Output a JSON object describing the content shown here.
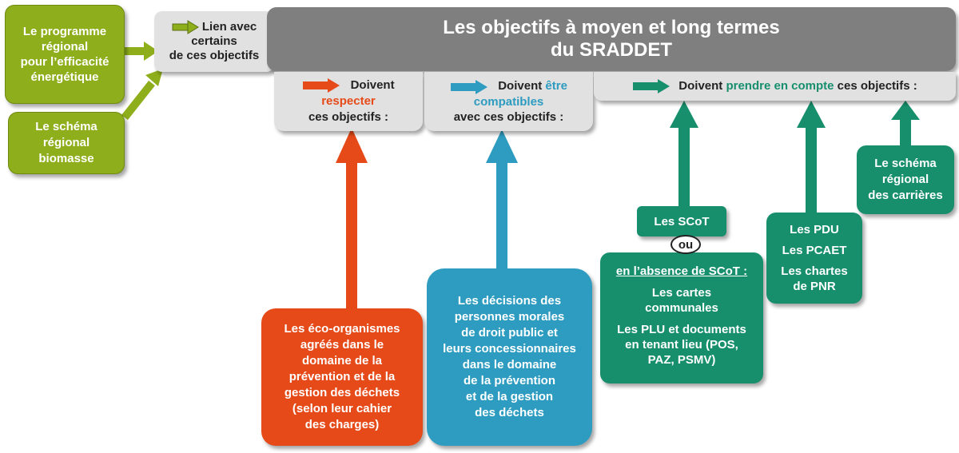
{
  "colors": {
    "green_light": "#8fae1b",
    "grey_head": "#7f7f7f",
    "grey_light": "#e1e1e1",
    "orange": "#e64a19",
    "blue": "#2e9cc0",
    "teal": "#178f6c"
  },
  "title": {
    "line1": "Les objectifs à moyen et long termes",
    "line2": "du SRADDET"
  },
  "link_box": {
    "line1": "Lien avec",
    "line2": "certains",
    "line3": "de ces objectifs"
  },
  "programme_box": {
    "line1": "Le programme",
    "line2": "régional",
    "line3": "pour l’efficacité",
    "line4": "énergétique"
  },
  "biomasse_box": {
    "line1": "Le schéma",
    "line2": "régional",
    "line3": "biomasse"
  },
  "respect_header": {
    "prefix": "Doivent",
    "keyword": "respecter",
    "suffix": "ces objectifs :"
  },
  "compat_header": {
    "prefix": "Doivent",
    "keyword1": "être",
    "keyword2": "compatibles",
    "suffix": "avec ces objectifs :"
  },
  "prendre_header": {
    "prefix": "Doivent",
    "keyword": "prendre en compte",
    "suffix": "ces objectifs :"
  },
  "eco_box": {
    "lines": [
      "Les éco-organismes",
      "agréés dans le",
      "domaine de la",
      "prévention et de la",
      "gestion des déchets",
      "(selon leur cahier",
      "des charges)"
    ]
  },
  "decisions_box": {
    "lines": [
      "Les décisions des",
      "personnes morales",
      "de droit public et",
      "leurs concessionnaires",
      "dans le domaine",
      "de la prévention",
      "et de la gestion",
      "des déchets"
    ]
  },
  "scot_box": {
    "label": "Les SCoT"
  },
  "ou_label": "ou",
  "absence_box": {
    "heading": "en l’absence de SCoT :",
    "item1_line1": "Les cartes",
    "item1_line2": "communales",
    "item2_line1": "Les PLU et documents",
    "item2_line2": "en tenant lieu (POS,",
    "item2_line3": "PAZ, PSMV)"
  },
  "pdu_box": {
    "item1": "Les PDU",
    "item2": "Les PCAET",
    "item3_line1": "Les chartes",
    "item3_line2": "de PNR"
  },
  "carrieres_box": {
    "line1": "Le schéma",
    "line2": "régional",
    "line3": "des carrières"
  }
}
